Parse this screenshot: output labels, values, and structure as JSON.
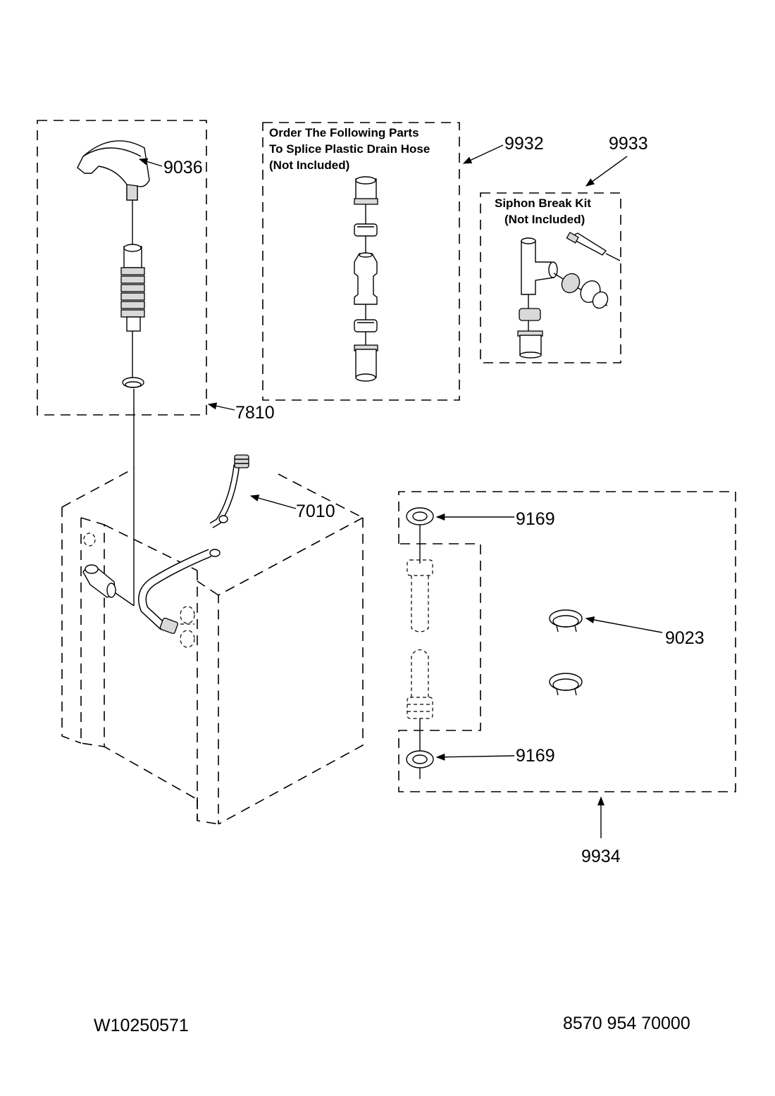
{
  "callouts": {
    "c9036": "9036",
    "c7810": "7810",
    "c9932": "9932",
    "c9933": "9933",
    "c7010": "7010",
    "c9169_top": "9169",
    "c9169_bottom": "9169",
    "c9023": "9023",
    "c9934": "9934"
  },
  "notes": {
    "splice_line1": "Order The Following Parts",
    "splice_line2": "To Splice Plastic Drain Hose",
    "splice_line3": "(Not Included)",
    "siphon_line1": "Siphon Break Kit",
    "siphon_line2": "(Not Included)"
  },
  "footer": {
    "doc_number": "W10250571",
    "model_code": "8570 954 70000"
  }
}
